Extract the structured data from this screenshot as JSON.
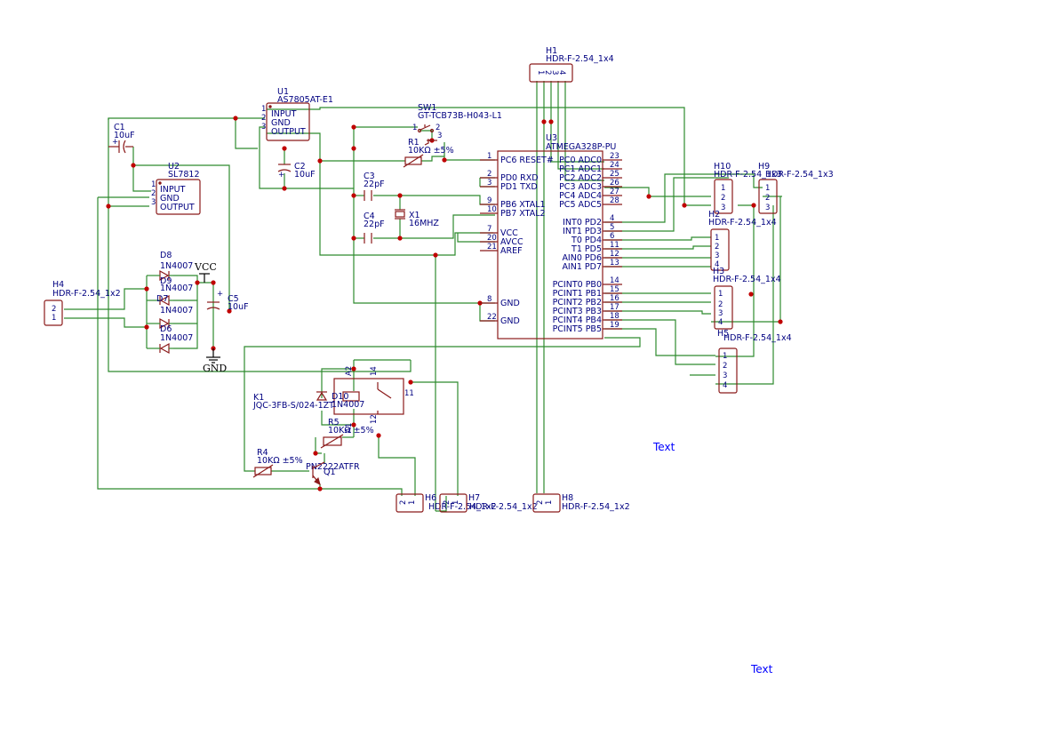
{
  "components": {
    "h1": {
      "ref": "H1",
      "value": "HDR-F-2.54_1x4",
      "pins": [
        "1",
        "2",
        "3",
        "4"
      ]
    },
    "u1": {
      "ref": "U1",
      "value": "AS7805AT-E1",
      "pins": [
        "1",
        "2",
        "3"
      ],
      "labels": [
        "INPUT",
        "GND",
        "OUTPUT"
      ]
    },
    "sw1": {
      "ref": "SW1",
      "value": "GT-TCB73B-H043-L1",
      "pins": [
        "1",
        "2",
        "3"
      ]
    },
    "c1": {
      "ref": "C1",
      "value": "10uF"
    },
    "c2": {
      "ref": "C2",
      "value": "10uF"
    },
    "r1": {
      "ref": "R1",
      "value": "10KΩ ±5%"
    },
    "u2": {
      "ref": "U2",
      "value": "SL7812",
      "pins": [
        "1",
        "2",
        "3"
      ],
      "labels": [
        "INPUT",
        "GND",
        "OUTPUT"
      ]
    },
    "c3": {
      "ref": "C3",
      "value": "22pF"
    },
    "c4": {
      "ref": "C4",
      "value": "22pF"
    },
    "x1": {
      "ref": "X1",
      "value": "16MHZ"
    },
    "u3": {
      "ref": "U3",
      "value": "ATMEGA328P-PU",
      "left_pins": [
        {
          "num": "1",
          "name": "PC6 RESET#"
        },
        {
          "num": "2",
          "name": "PD0 RXD"
        },
        {
          "num": "3",
          "name": "PD1 TXD"
        },
        {
          "num": "9",
          "name": "PB6 XTAL1"
        },
        {
          "num": "10",
          "name": "PB7 XTAL2"
        },
        {
          "num": "7",
          "name": "VCC"
        },
        {
          "num": "20",
          "name": "AVCC"
        },
        {
          "num": "21",
          "name": "AREF"
        },
        {
          "num": "8",
          "name": "GND"
        },
        {
          "num": "22",
          "name": "GND"
        }
      ],
      "right_pins": [
        {
          "num": "23",
          "name": "PC0 ADC0"
        },
        {
          "num": "24",
          "name": "PC1 ADC1"
        },
        {
          "num": "25",
          "name": "PC2 ADC2"
        },
        {
          "num": "26",
          "name": "PC3 ADC3"
        },
        {
          "num": "27",
          "name": "PC4 ADC4"
        },
        {
          "num": "28",
          "name": "PC5 ADC5"
        },
        {
          "num": "4",
          "name": "INT0 PD2"
        },
        {
          "num": "5",
          "name": "INT1 PD3"
        },
        {
          "num": "6",
          "name": "T0 PD4"
        },
        {
          "num": "11",
          "name": "T1 PD5"
        },
        {
          "num": "12",
          "name": "AIN0 PD6"
        },
        {
          "num": "13",
          "name": "AIN1 PD7"
        },
        {
          "num": "14",
          "name": "PCINT0 PB0"
        },
        {
          "num": "15",
          "name": "PCINT1 PB1"
        },
        {
          "num": "16",
          "name": "PCINT2 PB2"
        },
        {
          "num": "17",
          "name": "PCINT3 PB3"
        },
        {
          "num": "18",
          "name": "PCINT4 PB4"
        },
        {
          "num": "19",
          "name": "PCINT5 PB5"
        }
      ]
    },
    "h10": {
      "ref": "H10",
      "value": "HDR-F-2.54_1x3",
      "pins": [
        "1",
        "2",
        "3"
      ]
    },
    "h9": {
      "ref": "H9",
      "value": "HDR-F-2.54_1x3",
      "pins": [
        "1",
        "2",
        "3"
      ]
    },
    "h2": {
      "ref": "H2",
      "value": "HDR-F-2.54_1x4",
      "pins": [
        "1",
        "2",
        "3",
        "4"
      ]
    },
    "h3": {
      "ref": "H3",
      "value": "HDR-F-2.54_1x4",
      "pins": [
        "1",
        "2",
        "3",
        "4"
      ]
    },
    "h5": {
      "ref": "H5",
      "value": "HDR-F-2.54_1x4",
      "pins": [
        "1",
        "2",
        "3",
        "4"
      ]
    },
    "d8": {
      "ref": "D8",
      "value": "1N4007"
    },
    "d9": {
      "ref": "D9",
      "value": "1N4007"
    },
    "d7": {
      "ref": "D7",
      "value": "1N4007"
    },
    "d6": {
      "ref": "D6",
      "value": "1N4007"
    },
    "c5": {
      "ref": "C5",
      "value": "10uF"
    },
    "h4": {
      "ref": "H4",
      "value": "HDR-F-2.54_1x2",
      "pins": [
        "2",
        "1"
      ]
    },
    "k1": {
      "ref": "K1",
      "value": "JQC-3FB-S/024-1ZT",
      "pins": {
        "a2": "A2",
        "a1": "A1",
        "p14": "14",
        "p11": "11",
        "p12": "12"
      }
    },
    "d10": {
      "ref": "D10",
      "value": "1N4007"
    },
    "r5": {
      "ref": "R5",
      "value": "10KΩ ±5%"
    },
    "r4": {
      "ref": "R4",
      "value": "10KΩ ±5%"
    },
    "q1": {
      "ref": "Q1",
      "value": "PN2222ATFR"
    },
    "h6": {
      "ref": "H6",
      "value": "HDR-F-2.54_1x2",
      "pins": [
        "2",
        "1"
      ]
    },
    "h7": {
      "ref": "H7",
      "value": "HDR-F-2.54_1x2",
      "pins": [
        "2",
        "1"
      ]
    },
    "h8": {
      "ref": "H8",
      "value": "HDR-F-2.54_1x2",
      "pins": [
        "2",
        "1"
      ]
    }
  },
  "power": {
    "vcc": "VCC",
    "gnd": "GND"
  },
  "free_text": [
    "Text",
    "Text"
  ],
  "colors": {
    "wire": "#2e8b2e",
    "symbol": "#8b1a1a",
    "label": "#000080",
    "junction": "#c00000",
    "free_text": "#0000ff"
  }
}
